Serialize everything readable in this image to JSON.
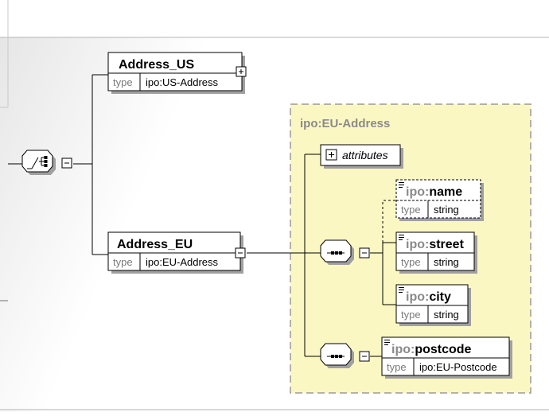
{
  "diagram": {
    "colors": {
      "group_fill": "#fbf7c3",
      "group_border": "#9a9a9a",
      "line": "#000000",
      "type_label": "#7a7a7a",
      "ns_gray": "#8a8a8a",
      "shadow": "#a0a0a0"
    },
    "choice_node": {
      "kind": "choice-compositor",
      "expanded": true
    },
    "elements": {
      "address_us": {
        "name": "Address_US",
        "type_label": "type",
        "type_value": "ipo:US-Address",
        "expander": "plus"
      },
      "address_eu": {
        "name": "Address_EU",
        "type_label": "type",
        "type_value": "ipo:EU-Address",
        "expander": "minus"
      }
    },
    "eu_group": {
      "title": "ipo:EU-Address",
      "attributes_label": "attributes",
      "sequence_1": {
        "children": [
          {
            "prefix": "ipo:",
            "name": "name",
            "type_label": "type",
            "type_value": "string",
            "optional": true
          },
          {
            "prefix": "ipo:",
            "name": "street",
            "type_label": "type",
            "type_value": "string",
            "optional": false
          },
          {
            "prefix": "ipo:",
            "name": "city",
            "type_label": "type",
            "type_value": "string",
            "optional": false
          }
        ]
      },
      "sequence_2": {
        "children": [
          {
            "prefix": "ipo:",
            "name": "postcode",
            "type_label": "type",
            "type_value": "ipo:EU-Postcode",
            "optional": false
          }
        ]
      }
    }
  }
}
